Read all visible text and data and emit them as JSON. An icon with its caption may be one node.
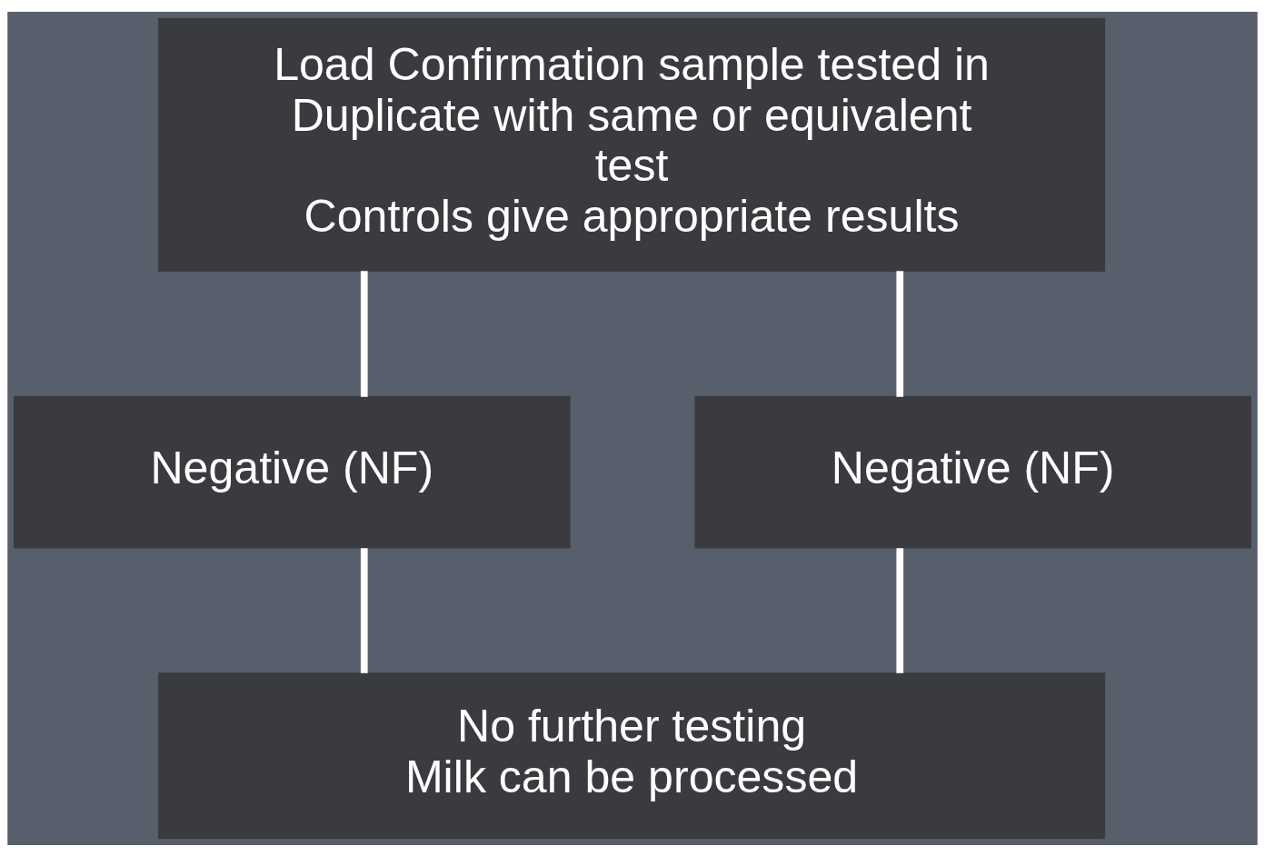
{
  "diagram": {
    "nodes": [
      {
        "text": [
          "Load Confirmation sample tested in Duplicate with same or equivalent test",
          "Controls give appropriate results"
        ]
      },
      {
        "text": [
          "Negative (NF)"
        ]
      },
      {
        "text": [
          "Negative (NF)"
        ]
      },
      {
        "text": [
          "No further testing",
          "Milk can be processed"
        ]
      }
    ],
    "edges": [
      {
        "from": 0,
        "to": 1,
        "arrow": "none"
      },
      {
        "from": 0,
        "to": 2,
        "arrow": "none"
      },
      {
        "from": 1,
        "to": 3,
        "arrow": "none"
      },
      {
        "from": 2,
        "to": 3,
        "arrow": "none"
      }
    ]
  }
}
